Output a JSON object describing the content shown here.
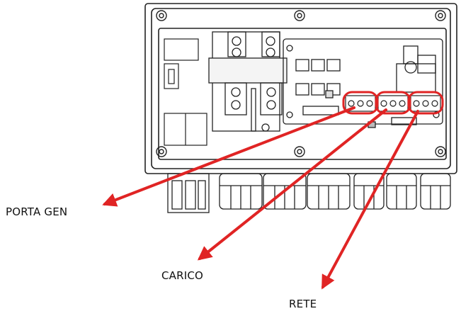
{
  "labels": {
    "gen_port": "PORTA GEN",
    "load": "CARICO",
    "grid": "RETE"
  },
  "colors": {
    "line": "#222222",
    "highlight": "#e02424",
    "background": "#ffffff"
  }
}
